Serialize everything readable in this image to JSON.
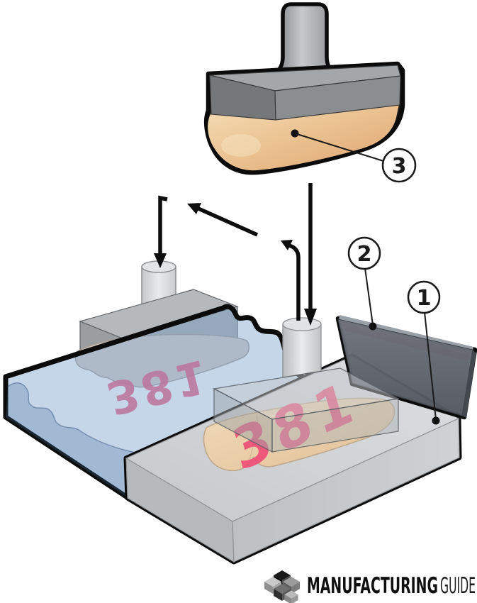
{
  "diagram": {
    "subject": "pad-printing-process",
    "callout_1": "1",
    "callout_2": "2",
    "callout_3": "3",
    "plate_mark": "381",
    "pad_mark_mirrored": "381",
    "colors": {
      "mark_pink": "#ee4f78",
      "ink_red": "#f0707a",
      "pad_tan": "#e9be8c",
      "highlight_blue": "#7fa3cc",
      "machine_gray": "#8b8e91",
      "plate_gray": "#d3d6d9",
      "trough_gray": "#636871",
      "outline_black": "#0b0b0b"
    }
  },
  "logo": {
    "word_bold": "MANUFACTURING",
    "word_light": "GUIDE"
  }
}
